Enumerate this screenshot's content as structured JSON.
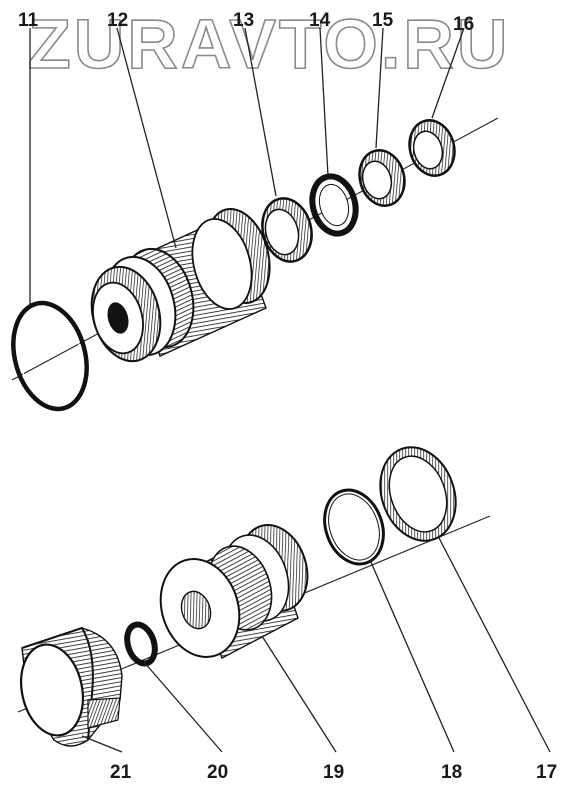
{
  "watermark": "ZURAVTO.RU",
  "callouts": {
    "p11": "11",
    "p12": "12",
    "p13": "13",
    "p14": "14",
    "p15": "15",
    "p16": "16",
    "p17": "17",
    "p18": "18",
    "p19": "19",
    "p20": "20",
    "p21": "21"
  },
  "colors": {
    "ink": "#111111",
    "paper": "#ffffff",
    "watermark_outline": "#8a8a8a"
  }
}
